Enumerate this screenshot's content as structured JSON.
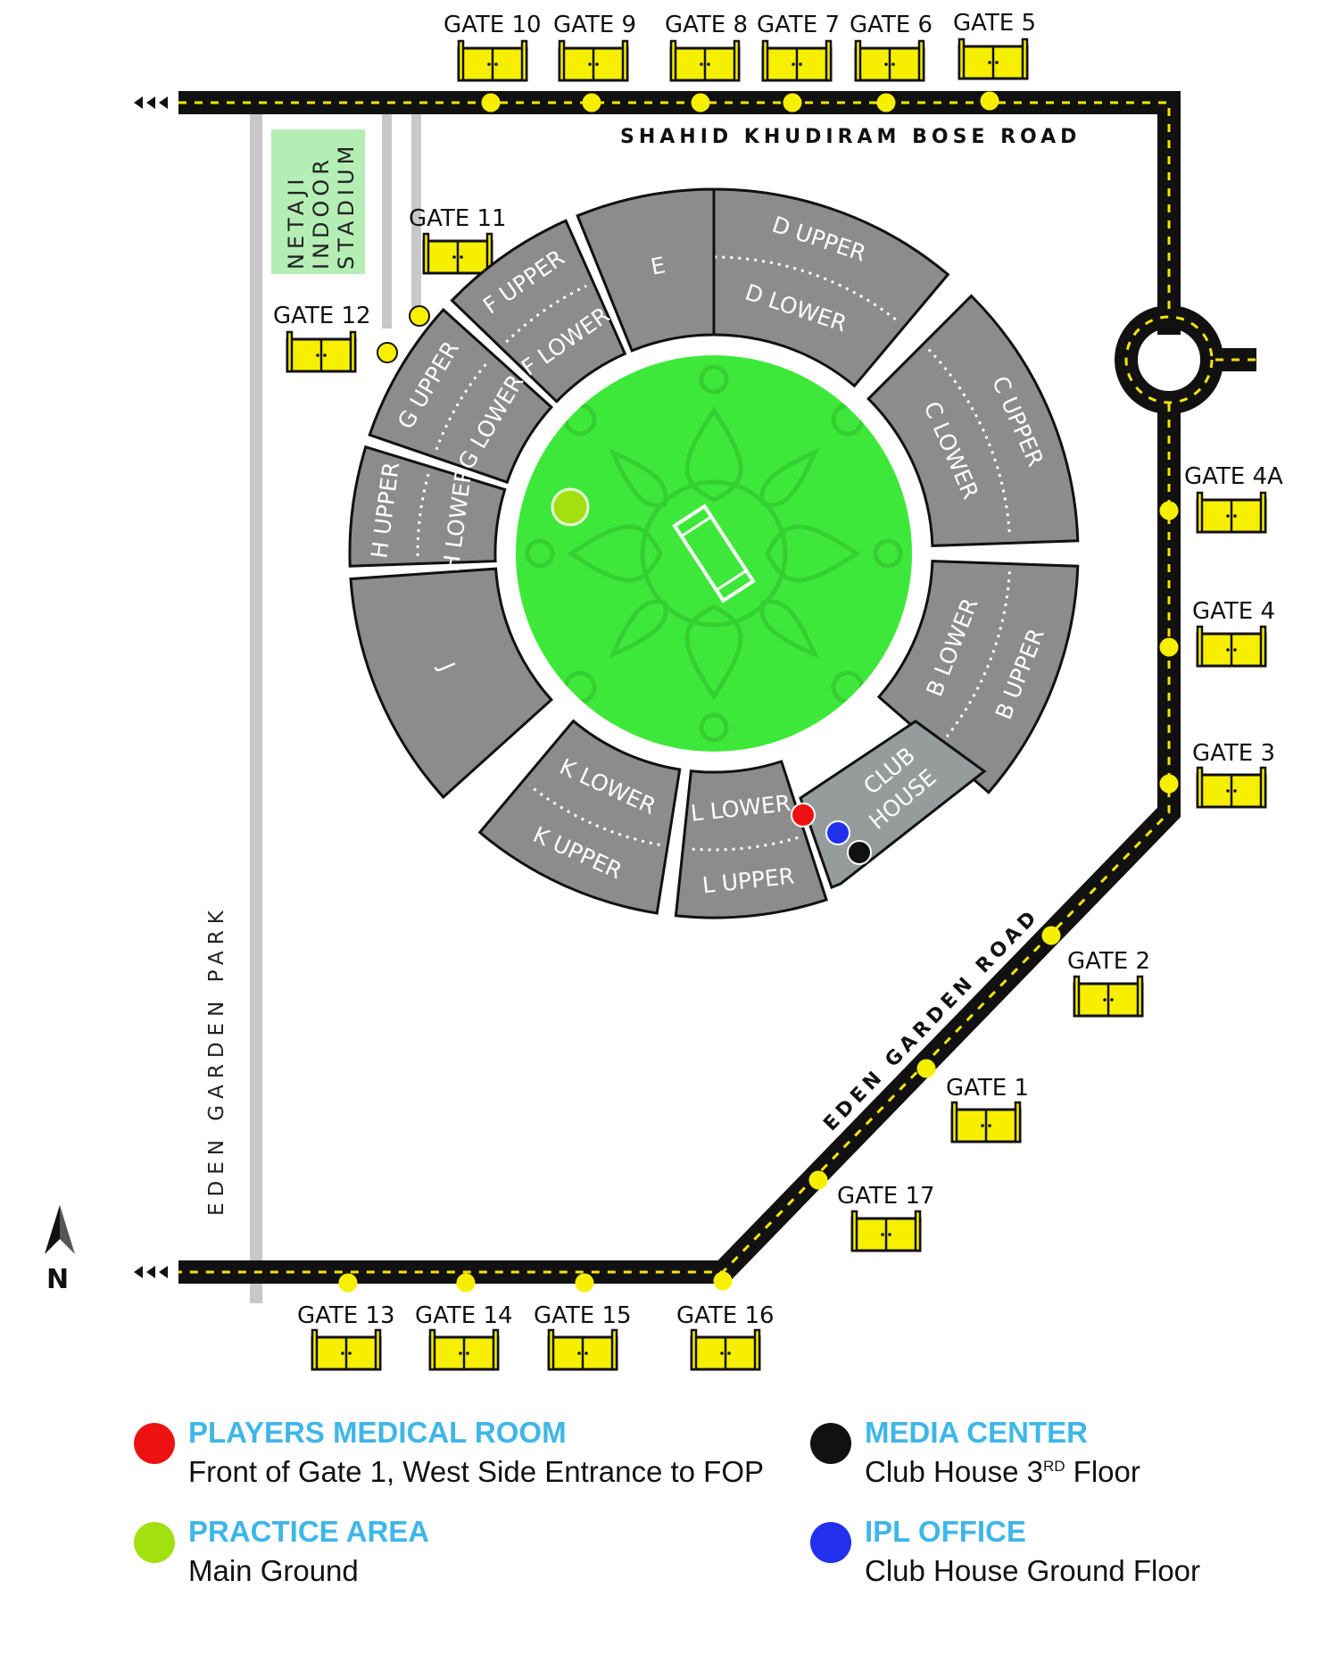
{
  "roads": {
    "north": "SHAHID KHUDIRAM BOSE ROAD",
    "southeast": "EDEN GARDEN ROAD"
  },
  "park_label": "EDEN GARDEN PARK",
  "indoor_stadium": [
    "NETAJI",
    "INDOOR",
    "STADIUM"
  ],
  "compass": "N",
  "gates": [
    {
      "label": "GATE 10",
      "icon": "gate-icon"
    },
    {
      "label": "GATE 9",
      "icon": "gate-icon"
    },
    {
      "label": "GATE 8",
      "icon": "gate-icon"
    },
    {
      "label": "GATE 7",
      "icon": "gate-icon"
    },
    {
      "label": "GATE 6",
      "icon": "gate-icon"
    },
    {
      "label": "GATE 5",
      "icon": "gate-icon"
    },
    {
      "label": "GATE 11",
      "icon": "gate-icon"
    },
    {
      "label": "GATE 12",
      "icon": "gate-icon"
    },
    {
      "label": "GATE 4A",
      "icon": "gate-icon"
    },
    {
      "label": "GATE 4",
      "icon": "gate-icon"
    },
    {
      "label": "GATE 3",
      "icon": "gate-icon"
    },
    {
      "label": "GATE 2",
      "icon": "gate-icon"
    },
    {
      "label": "GATE 1",
      "icon": "gate-icon"
    },
    {
      "label": "GATE 17",
      "icon": "gate-icon"
    },
    {
      "label": "GATE 13",
      "icon": "gate-icon"
    },
    {
      "label": "GATE 14",
      "icon": "gate-icon"
    },
    {
      "label": "GATE 15",
      "icon": "gate-icon"
    },
    {
      "label": "GATE 16",
      "icon": "gate-icon"
    }
  ],
  "stands": {
    "d_upper": "D UPPER",
    "d_lower": "D LOWER",
    "c_upper": "C UPPER",
    "c_lower": "C LOWER",
    "b_upper": "B UPPER",
    "b_lower": "B LOWER",
    "e": "E",
    "f_upper": "F UPPER",
    "f_lower": "F LOWER",
    "g_upper": "G UPPER",
    "g_lower": "G LOWER",
    "h_upper": "H UPPER",
    "h_lower": "H LOWER",
    "j": "J",
    "k_upper": "K UPPER",
    "k_lower": "K LOWER",
    "l_upper": "L UPPER",
    "l_lower": "L LOWER",
    "club_house": [
      "CLUB",
      "HOUSE"
    ]
  },
  "colors": {
    "road": "#111111",
    "road_dash": "#f5e400",
    "gate": "#f7ef00",
    "stand": "#8c8c8c",
    "ground": "#3ee83a",
    "club_house": "#969c9c",
    "medical": "#ee1111",
    "practice": "#a2e010",
    "media": "#111111",
    "ipl": "#2230ee",
    "legend_title": "#3fb6e8",
    "indoor_stadium_bg": "#b4eeb4"
  },
  "legend": [
    {
      "title": "PLAYERS MEDICAL ROOM",
      "subtitle": "Front of Gate 1, West Side Entrance to FOP",
      "color": "#ee1111"
    },
    {
      "title": "MEDIA CENTER",
      "subtitle": "Club House 3",
      "sup": "RD",
      "subtitle_end": " Floor",
      "color": "#111111"
    },
    {
      "title": "PRACTICE AREA",
      "subtitle": "Main Ground",
      "color": "#a2e010"
    },
    {
      "title": "IPL OFFICE",
      "subtitle": "Club House Ground Floor",
      "color": "#2230ee"
    }
  ]
}
